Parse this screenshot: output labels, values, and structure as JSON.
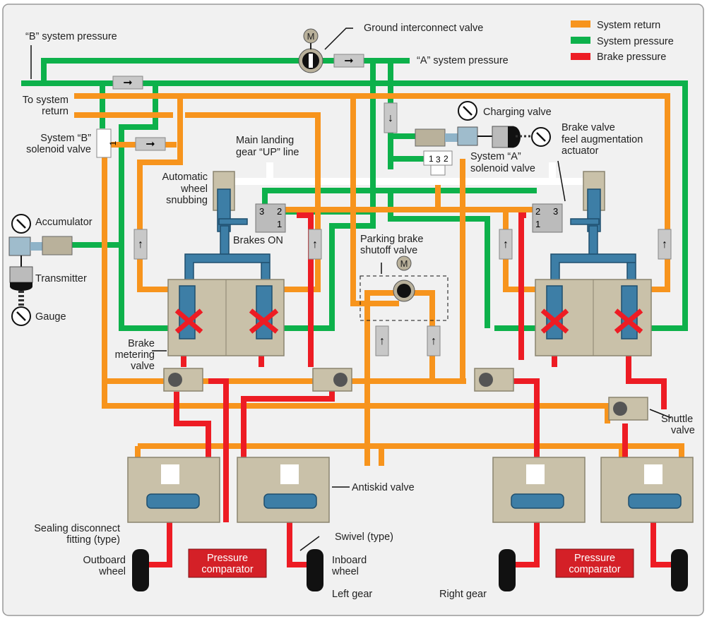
{
  "legend": [
    {
      "label": "System return",
      "color": "#f7941d"
    },
    {
      "label": "System pressure",
      "color": "#0db14b"
    },
    {
      "label": "Brake pressure",
      "color": "#ed1c24"
    }
  ],
  "labels": {
    "b_system_pressure": "“B” system pressure",
    "ground_interconnect_valve": "Ground interconnect valve",
    "a_system_pressure": "“A” system pressure",
    "to_system_return_1": "To system",
    "to_system_return_2": "return",
    "system_b_solenoid_1": "System “B”",
    "system_b_solenoid_2": "solenoid valve",
    "charging_valve": "Charging valve",
    "main_gear_up_1": "Main landing",
    "main_gear_up_2": "gear “UP” line",
    "brake_valve_feel_1": "Brake valve",
    "brake_valve_feel_2": "feel augmentation",
    "brake_valve_feel_3": "actuator",
    "system_a_solenoid_1": "System “A”",
    "system_a_solenoid_2": "solenoid valve",
    "auto_snub_1": "Automatic",
    "auto_snub_2": "wheel",
    "auto_snub_3": "snubbing",
    "accumulator": "Accumulator",
    "brakes_on": "Brakes ON",
    "parking_brake_1": "Parking brake",
    "parking_brake_2": "shutoff valve",
    "transmitter": "Transmitter",
    "gauge": "Gauge",
    "brake_metering_1": "Brake",
    "brake_metering_2": "metering",
    "brake_metering_3": "valve",
    "shuttle_valve_1": "Shuttle",
    "shuttle_valve_2": "valve",
    "antiskid_valve": "Antiskid valve",
    "sealing_disconnect_1": "Sealing disconnect",
    "sealing_disconnect_2": "fitting (type)",
    "swivel": "Swivel (type)",
    "outboard_wheel_1": "Outboard",
    "outboard_wheel_2": "wheel",
    "inboard_wheel_1": "Inboard",
    "inboard_wheel_2": "wheel",
    "left_gear": "Left gear",
    "right_gear": "Right gear",
    "pressure_comparator_1": "Pressure",
    "pressure_comparator_2": "comparator",
    "motor": "M",
    "port_1": "1",
    "port_2": "2",
    "port_3": "3"
  }
}
